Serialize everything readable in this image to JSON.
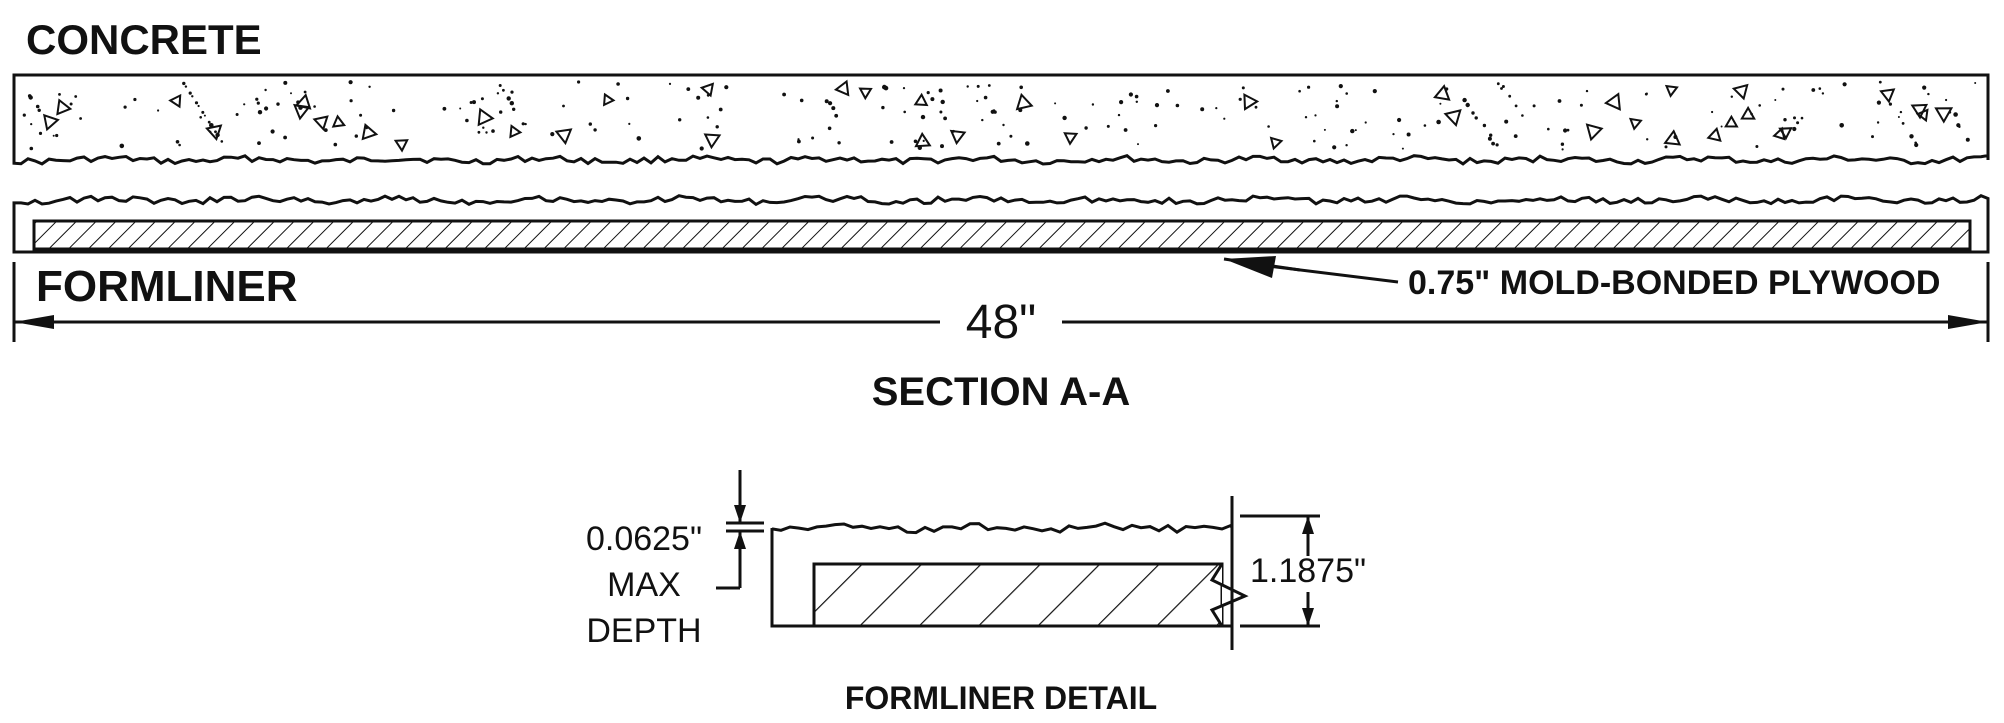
{
  "section": {
    "concrete_label": "CONCRETE",
    "formliner_label": "FORMLINER",
    "plywood_callout": "0.75\" MOLD-BONDED PLYWOOD",
    "width_dimension": "48\"",
    "title": "SECTION A-A"
  },
  "detail": {
    "depth_value": "0.0625\"",
    "depth_line2": "MAX",
    "depth_line3": "DEPTH",
    "thickness_value": "1.1875\"",
    "title": "FORMLINER DETAIL"
  },
  "colors": {
    "ink": "#111111",
    "background": "#ffffff"
  }
}
